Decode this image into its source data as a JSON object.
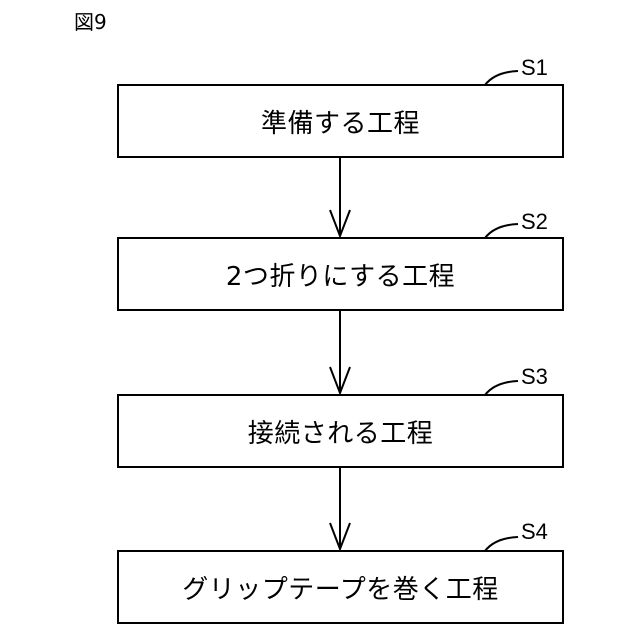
{
  "figure_label": "図9",
  "steps": [
    {
      "id": "S1",
      "label": "準備する工程"
    },
    {
      "id": "S2",
      "label": "2つ折りにする工程"
    },
    {
      "id": "S3",
      "label": "接続される工程"
    },
    {
      "id": "S4",
      "label": "グリップテープを巻く工程"
    }
  ]
}
